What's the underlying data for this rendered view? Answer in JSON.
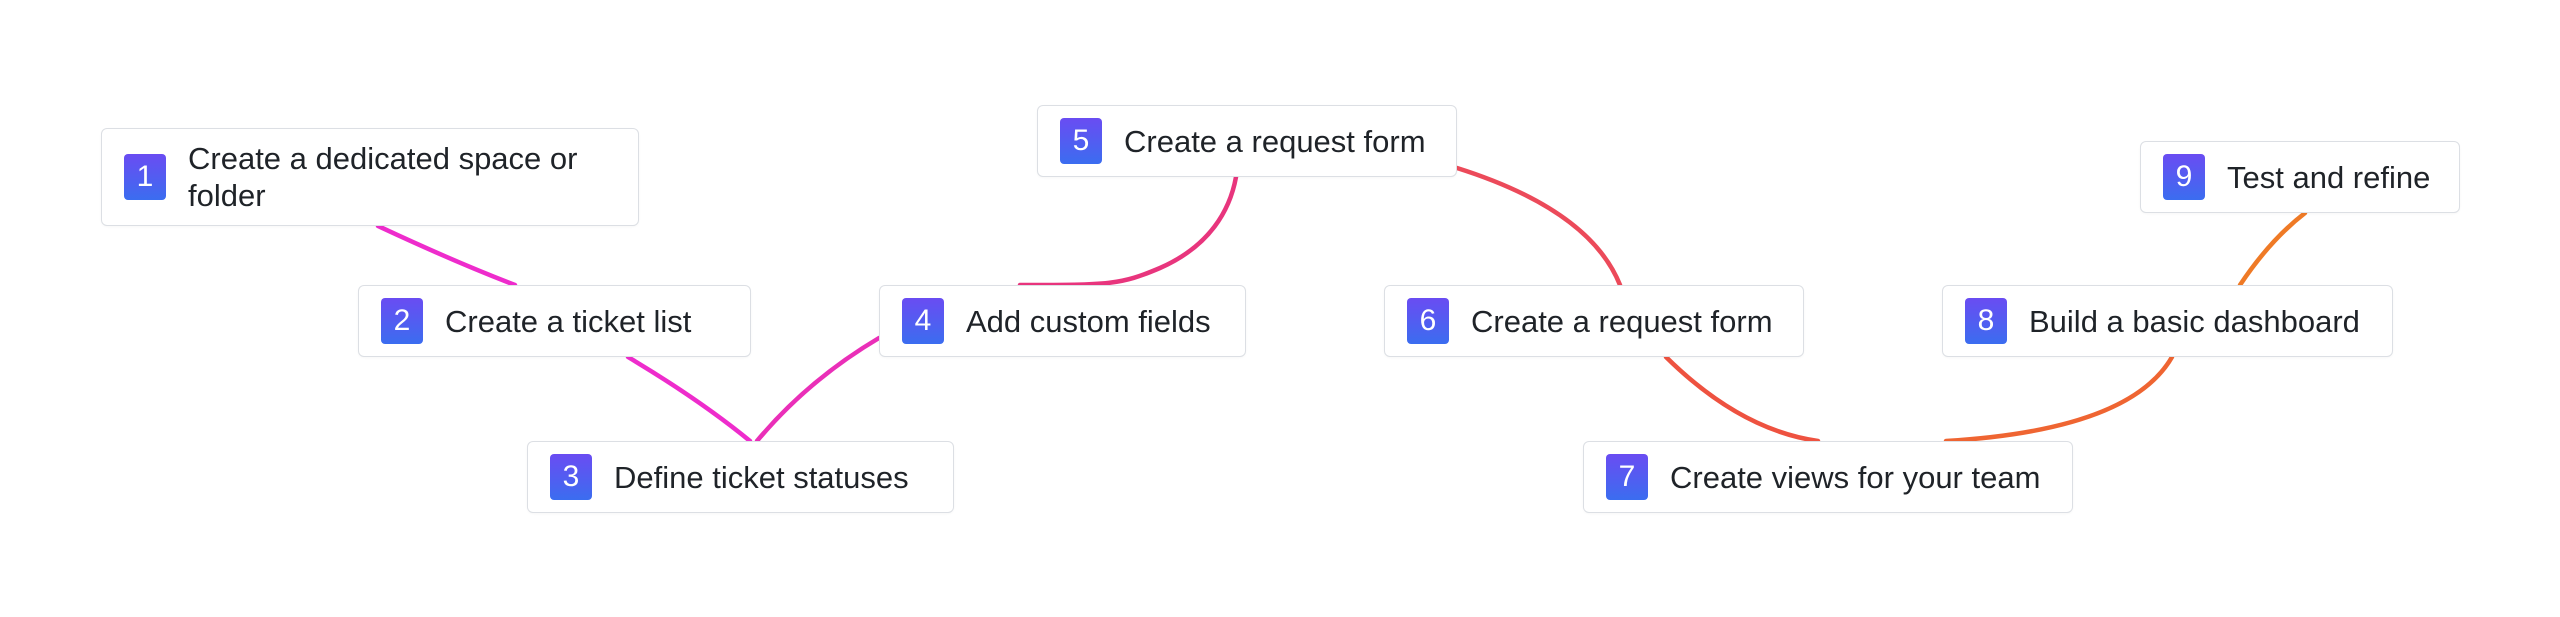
{
  "steps": [
    {
      "number": "1",
      "label": "Create a dedicated space or folder"
    },
    {
      "number": "2",
      "label": "Create a ticket list"
    },
    {
      "number": "3",
      "label": "Define ticket statuses"
    },
    {
      "number": "4",
      "label": "Add custom fields"
    },
    {
      "number": "5",
      "label": "Create a request form"
    },
    {
      "number": "6",
      "label": "Create a request form"
    },
    {
      "number": "7",
      "label": "Create views for your team"
    },
    {
      "number": "8",
      "label": "Build a basic dashboard"
    },
    {
      "number": "9",
      "label": "Test and refine"
    }
  ],
  "colors": {
    "badge_gradient_start": "#6a4cf2",
    "badge_gradient_end": "#3b6df0",
    "connector_magenta": "#ee2ccc",
    "connector_pink": "#e8357d",
    "connector_red": "#ec4a5a",
    "connector_coral": "#ee5a44",
    "connector_orange": "#ef7a26"
  }
}
